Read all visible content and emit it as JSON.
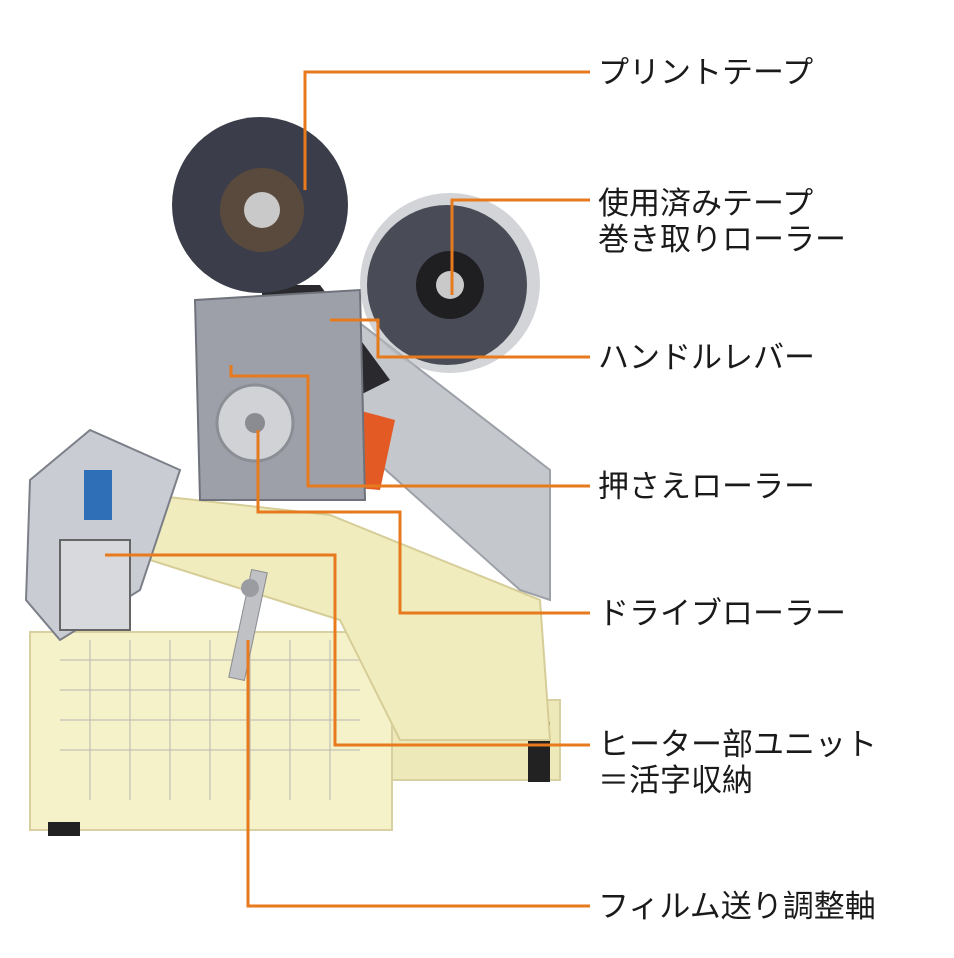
{
  "colors": {
    "leader": "#e87a1e",
    "label_text": "#1a1a1a",
    "base": "#f3efc2",
    "roller_dark": "#3b3e4a",
    "lever": "#c0c3c8",
    "orange_part": "#e35a24"
  },
  "labels": {
    "print_tape": "プリントテープ",
    "used_tape_line1": "使用済みテープ",
    "used_tape_line2": "巻き取りローラー",
    "handle_lever": "ハンドルレバー",
    "press_roller": "押さえローラー",
    "drive_roller": "ドライブローラー",
    "heater_line1": "ヒーター部ユニット",
    "heater_line2": "＝活字収納",
    "film_feed": "フィルム送り調整軸"
  }
}
